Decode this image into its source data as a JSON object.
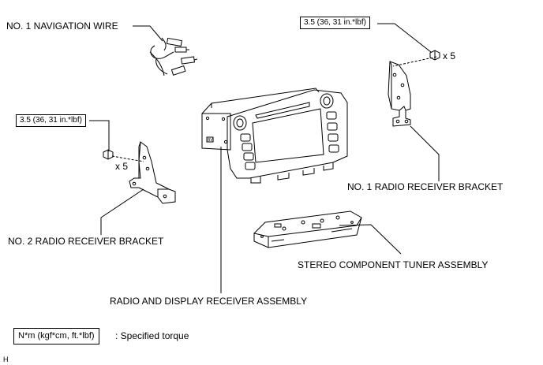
{
  "labels": {
    "nav_wire": "NO. 1 NAVIGATION WIRE",
    "bracket1": "NO. 1 RADIO RECEIVER BRACKET",
    "bracket2": "NO. 2 RADIO RECEIVER BRACKET",
    "tuner": "STEREO COMPONENT TUNER ASSEMBLY",
    "radio": "RADIO AND DISPLAY RECEIVER ASSEMBLY"
  },
  "torque": {
    "right_value": "3.5 (36, 31 in.*lbf)",
    "left_value": "3.5 (36, 31 in.*lbf)",
    "right_qty": "x 5",
    "left_qty": "x 5"
  },
  "legend": {
    "unit": "N*m (kgf*cm, ft.*lbf)",
    "description": ": Specified torque"
  },
  "corner_mark": "H"
}
